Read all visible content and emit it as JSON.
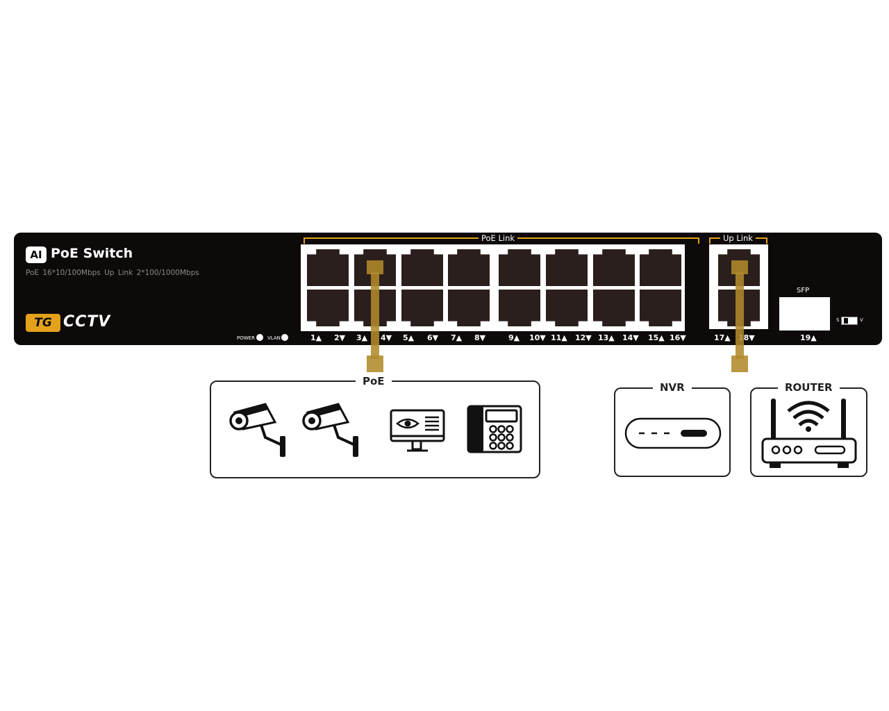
{
  "switch": {
    "badge": "AI",
    "title": "PoE Switch",
    "specs": "PoE 16*10/100Mbps   Up Link 2*100/1000Mbps",
    "brand_logo": "TG",
    "brand_name": "CCTV",
    "led_power": "POWER",
    "led_vlan": "VLAN",
    "poe_group_label": "PoE Link",
    "uplink_group_label": "Up Link",
    "sfp_label": "SFP",
    "dip_s": "S",
    "dip_v": "V",
    "port_labels": [
      "1▲",
      "2▼",
      "3▲",
      "4▼",
      "5▲",
      "6▼",
      "7▲",
      "8▼",
      "9▲",
      "10▼",
      "11▲",
      "12▼",
      "13▲",
      "14▼",
      "15▲",
      "16▼",
      "17▲",
      "18▼",
      "19▲"
    ]
  },
  "colors": {
    "accent": "#e3a21a",
    "cable": "#b08a2b",
    "body": "#0d0a09",
    "port": "#2a1f1c"
  },
  "devices": {
    "poe_title": "PoE",
    "nvr_title": "NVR",
    "router_title": "ROUTER",
    "poe_icons": [
      "cctv-camera-icon",
      "cctv-camera-icon",
      "monitor-eye-icon",
      "ip-phone-icon"
    ]
  }
}
